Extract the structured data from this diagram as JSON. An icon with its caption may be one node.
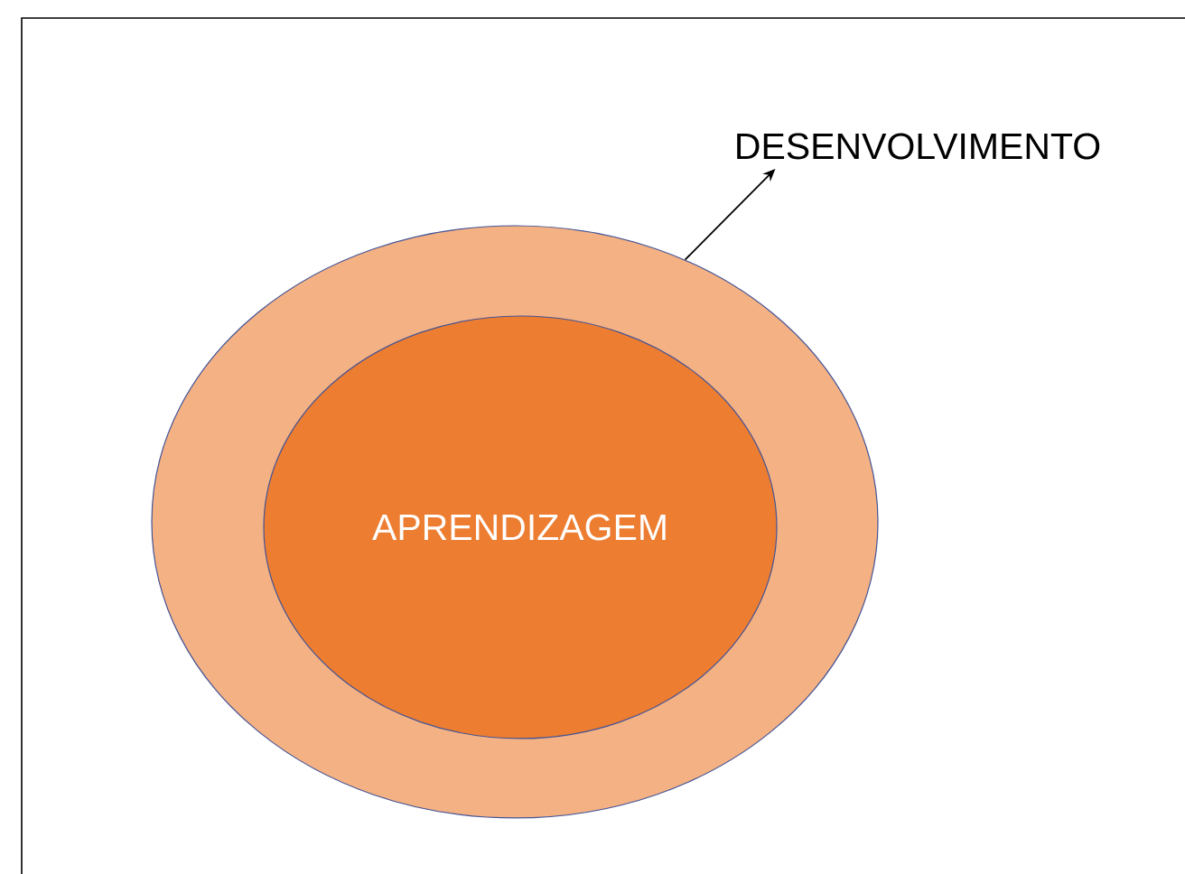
{
  "diagram": {
    "nodes": [
      {
        "text": [],
        "shape": "circle"
      },
      {
        "text": [
          "APRENDIZAGEM"
        ],
        "in": 0
      },
      {
        "text": [
          "DESENVOLVIMENTO"
        ]
      }
    ],
    "edges": [
      {
        "from": 0,
        "to": 2,
        "arrow": "to"
      }
    ]
  }
}
